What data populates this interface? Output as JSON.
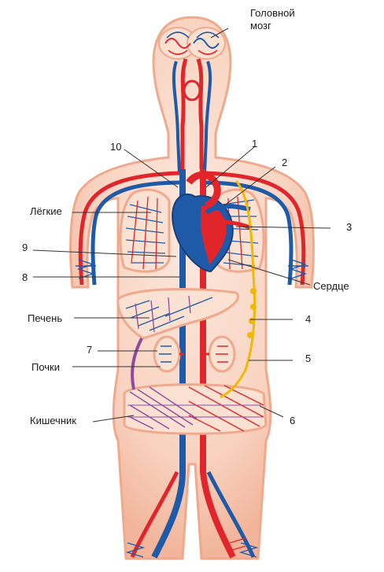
{
  "diagram": {
    "labels": {
      "brain_line1": "Головной",
      "brain_line2": "мозг",
      "lungs": "Лёгкие",
      "heart": "Сердце",
      "liver": "Печень",
      "kidneys": "Почки",
      "intestine": "Кишечник"
    },
    "numbers": [
      "1",
      "2",
      "3",
      "4",
      "5",
      "6",
      "7",
      "8",
      "9",
      "10"
    ],
    "colors": {
      "artery": "#e0262b",
      "vein": "#1f5aa8",
      "portal": "#8e4a9e",
      "lymph": "#f2b800",
      "body": "#f7cdb8",
      "body_edge": "#f0a98c",
      "organ_fill": "#fbe1d2"
    }
  }
}
